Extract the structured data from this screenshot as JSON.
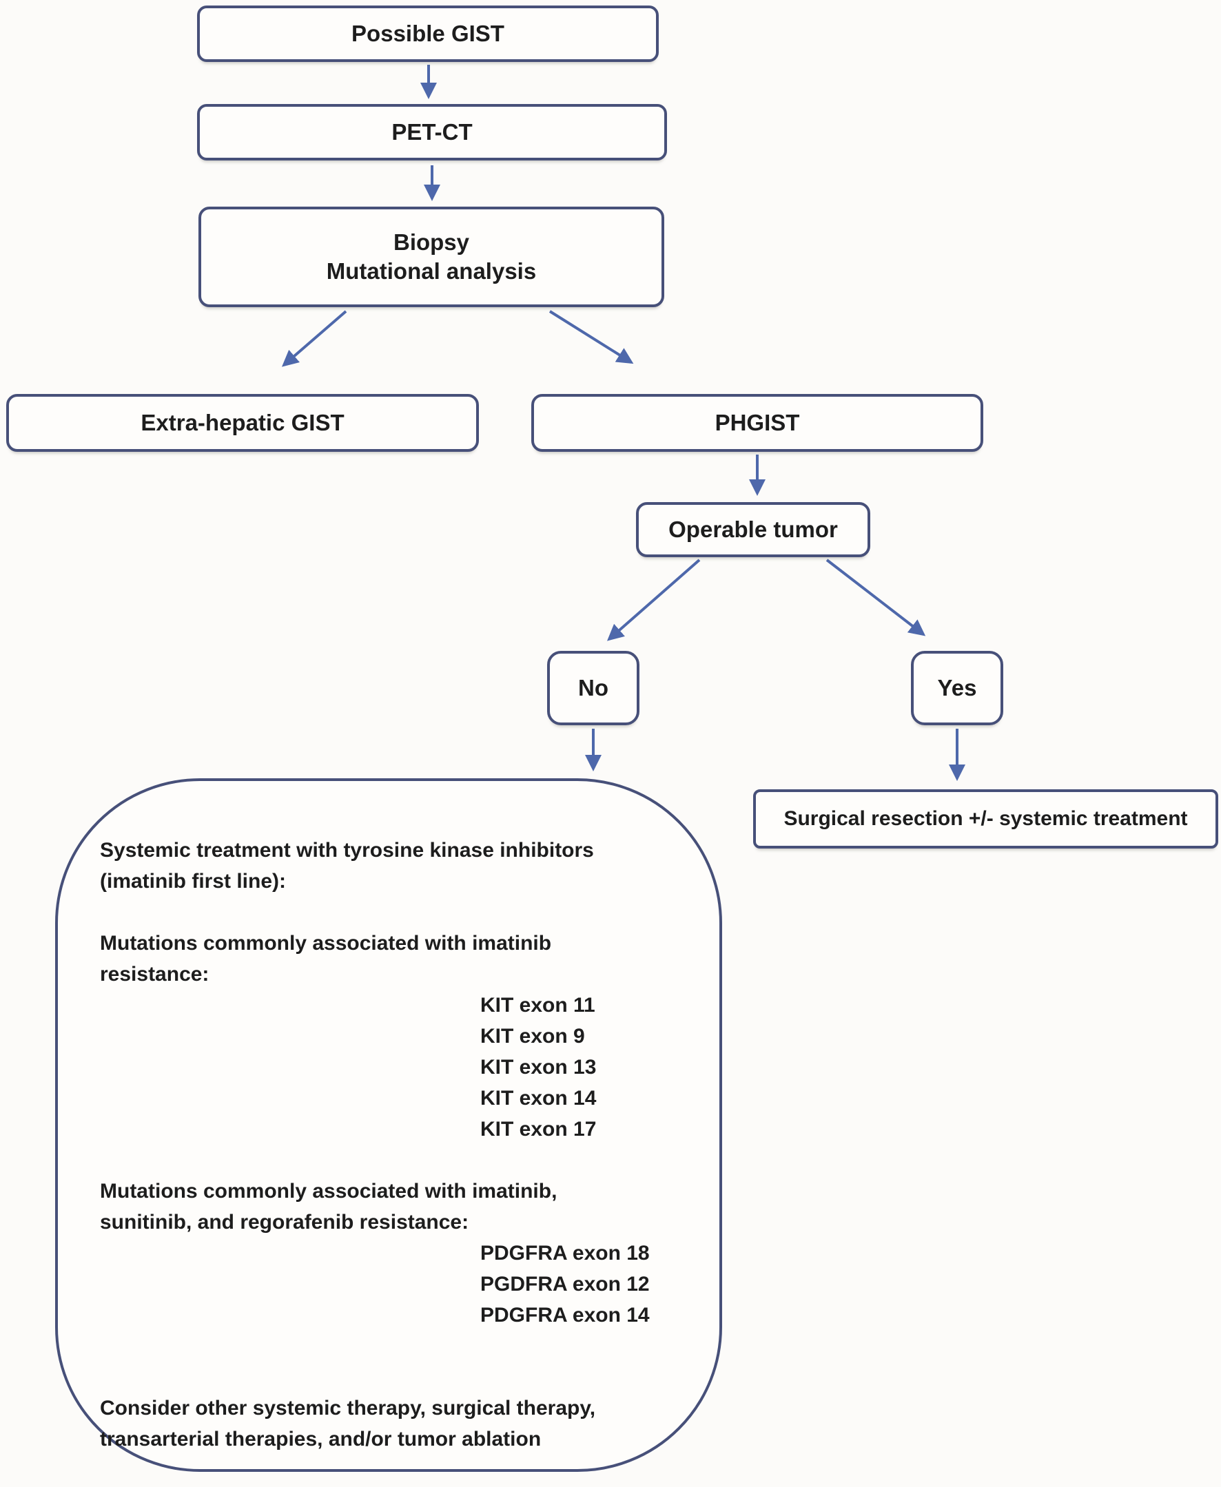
{
  "diagram": {
    "colors": {
      "border": "#475079",
      "arrow": "#4e68ab",
      "text": "#1d1d1d",
      "background": "#fcfbf9",
      "box_fill": "#fefdfb"
    },
    "nodes": {
      "possible_gist": {
        "label": "Possible GIST"
      },
      "pet_ct": {
        "label": "PET-CT"
      },
      "biopsy": {
        "line1": "Biopsy",
        "line2": "Mutational analysis"
      },
      "extra_hepatic": {
        "label": "Extra-hepatic GIST"
      },
      "phgist": {
        "label": "PHGIST"
      },
      "operable": {
        "label": "Operable tumor"
      },
      "no": {
        "label": "No"
      },
      "yes": {
        "label": "Yes"
      },
      "surgical": {
        "label": "Surgical resection +/- systemic treatment"
      },
      "systemic": {
        "intro_line1": "Systemic treatment with tyrosine kinase inhibitors",
        "intro_line2": "(imatinib first line):",
        "imatinib_header_line1": "Mutations commonly associated with imatinib",
        "imatinib_header_line2": "resistance:",
        "kit_mutations": [
          "KIT exon 11",
          "KIT exon 9",
          "KIT exon 13",
          "KIT exon 14",
          "KIT exon 17"
        ],
        "multi_header_line1": "Mutations commonly associated with imatinib,",
        "multi_header_line2": "sunitinib, and regorafenib resistance:",
        "pdgfra_mutations": [
          "PDGFRA exon 18",
          "PGDFRA exon 12",
          "PDGFRA exon 14"
        ],
        "footer_line1": "Consider other systemic therapy, surgical therapy,",
        "footer_line2": "transarterial therapies, and/or tumor ablation"
      }
    }
  }
}
